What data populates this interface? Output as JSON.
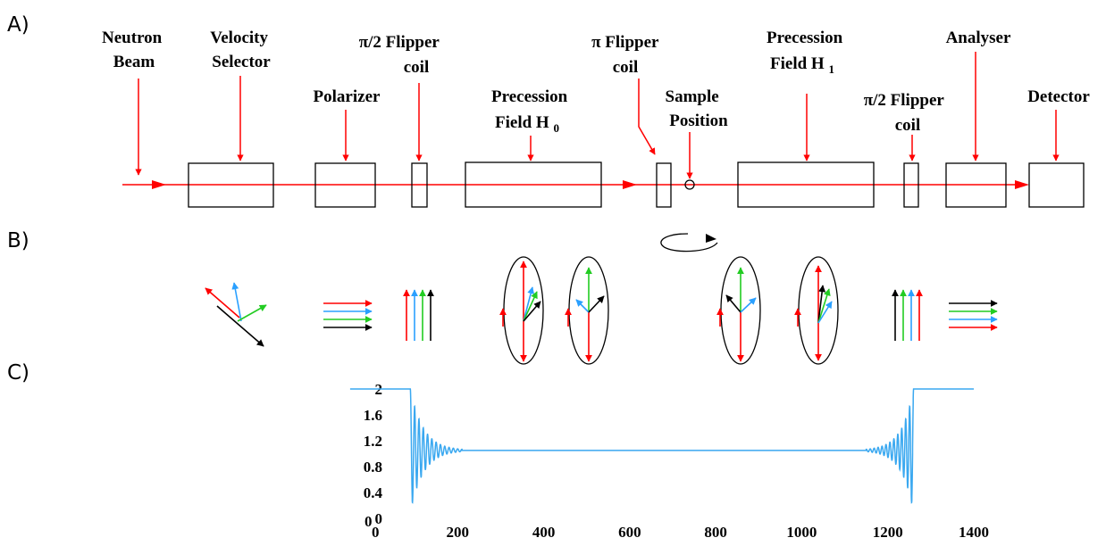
{
  "panels": {
    "a": "A)",
    "b": "B)",
    "c": "C)"
  },
  "components": {
    "neutron_beam": [
      "Neutron",
      "Beam"
    ],
    "velocity_selector": [
      "Velocity",
      "Selector"
    ],
    "polarizer": "Polarizer",
    "flipper1": [
      "π/2 Flipper",
      "coil"
    ],
    "precession0": {
      "line1": "Precession",
      "line2": "Field H",
      "sub": "0"
    },
    "pi_flipper": [
      "π Flipper",
      "coil"
    ],
    "sample": [
      "Sample",
      "Position"
    ],
    "precession1": {
      "line1": "Precession",
      "line2": "Field H",
      "sub": "1"
    },
    "flipper2": [
      "π/2 Flipper",
      "coil"
    ],
    "analyser": "Analyser",
    "detector": "Detector"
  },
  "colors": {
    "beam": "#ff0000",
    "spin_red": "#ff0000",
    "spin_blue": "#2aa0ff",
    "spin_green": "#22cc22",
    "spin_black": "#000000",
    "trace": "#3aa8f0"
  },
  "chart_data": {
    "type": "line",
    "xlim": [
      0,
      1400
    ],
    "ylim": [
      0,
      2
    ],
    "xticks": [
      "0",
      "200",
      "400",
      "600",
      "800",
      "1000",
      "1200",
      "1400"
    ],
    "yticks": [
      "2",
      "1.6",
      "1.2",
      "0.8",
      "0.4",
      "0"
    ],
    "y_origin_label": "0",
    "series": [
      {
        "segments": [
          {
            "kind": "flat",
            "x": [
              -50,
              90
            ],
            "y": 2
          },
          {
            "kind": "damped_oscillation",
            "x": [
              90,
              210
            ],
            "baseline": 1.05,
            "amplitude": 0.95,
            "cycles": 12
          },
          {
            "kind": "flat",
            "x": [
              210,
              1150
            ],
            "y": 1.05
          },
          {
            "kind": "growing_oscillation",
            "x": [
              1150,
              1260
            ],
            "baseline": 1.05,
            "amplitude": 0.95,
            "cycles": 12
          },
          {
            "kind": "flat",
            "x": [
              1260,
              1400
            ],
            "y": 2
          }
        ]
      }
    ]
  }
}
